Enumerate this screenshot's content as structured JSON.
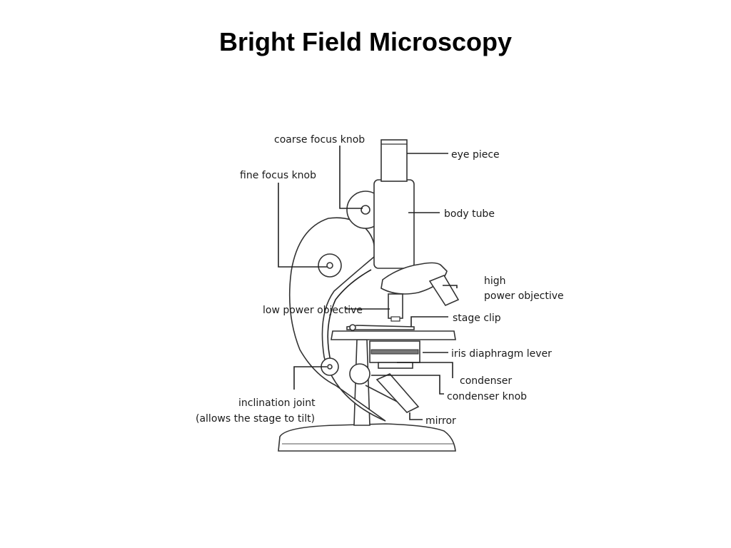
{
  "title": "Bright Field Microscopy",
  "labels": {
    "coarse_focus_knob": "coarse focus knob",
    "fine_focus_knob": "fine focus knob",
    "eye_piece": "eye piece",
    "body_tube": "body tube",
    "high_power_objective_line1": "high",
    "high_power_objective_line2": "power objective",
    "low_power_objective": "low power objective",
    "stage_clip": "stage clip",
    "iris_diaphragm_lever": "iris diaphragm lever",
    "condenser": "condenser",
    "condenser_knob": "condenser knob",
    "inclination_joint_line1": "inclination joint",
    "inclination_joint_line2": "(allows the stage to tilt)",
    "mirror": "mirror"
  }
}
